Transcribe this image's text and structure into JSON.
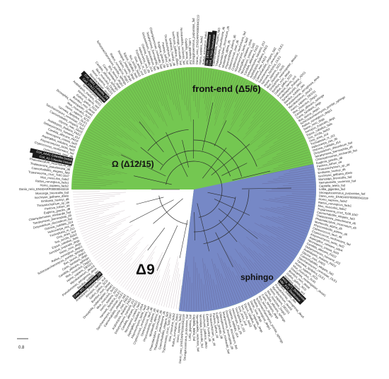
{
  "clades": [
    {
      "id": "front-end",
      "label": "front-end (Δ5/6)",
      "color": "#ee5fa8"
    },
    {
      "id": "omega",
      "label": "Ω (Δ12/15)",
      "color": "#eeaa52"
    },
    {
      "id": "delta9",
      "label": "Δ9",
      "color": "#74c751"
    },
    {
      "id": "sphingo",
      "label": "sphingo",
      "color": "#7688c6"
    }
  ],
  "scale_bar": {
    "label": "0.8"
  },
  "highlighted_labels": [
    "Corl_A1 Colwellia Delta9",
    "Corl_AAA1 Colwellia Delta9",
    "Vibr_DES1 Desaturase",
    "Cerl_17A11 Desaturase",
    "Cerl_17A12 Desaturase",
    "Corl_4BA1_Colwellia_D9",
    "Anox_WT1_Desaturase",
    "Vibr_P13_Desaturase",
    "Colw_B01_Desaturase_D9"
  ],
  "leaf_sample": [
    "Danio_rerio_ENSDARP00000043219",
    "Homo_sapiens_fads2",
    "Rattus_norvegicus_fads1",
    "Mus_musculus_fads2",
    "Trypanosoma_cruzi_Tc00.1047",
    "Caenorhabditis_elegans_fat3",
    "Thalassiosira_pseudonana_d6",
    "Phaeodactylum_tricornutum_d5",
    "Mortierella_alpina_d5",
    "Physcomitrella_patens_d6",
    "Ostreococcus_tauri_d6",
    "Cryptococcus_neoformans_fad",
    "Kluyveromyces_lactis_fad2",
    "Aspergillus_nidulans_odeA",
    "Neurospora_crassa_fad3",
    "Candida_albicans_FAD2",
    "Debaryomyces_hansenii_d12",
    "Arabidopsis_thaliana_FAD2",
    "Glycine_max_FAD3",
    "Caenorhabditis_elegans_fat2",
    "Saccharomyces_cerevisiae_OLE1",
    "Yarrowia_lipolytica_OLE1",
    "Homo_sapiens_SCD",
    "Mus_musculus_Scd1",
    "Drosophila_melanogaster_desat1",
    "Bombyx_mori_desat",
    "Gallus_gallus_SCD",
    "Xenopus_laevis_scd",
    "Arabidopsis_thaliana_ADS1",
    "Synechocystis_desC",
    "Bacillus_subtilis_des",
    "Pseudomonas_aeruginosa_desA",
    "Mycobacterium_desA3",
    "Homo_sapiens_DEGS1",
    "Mus_musculus_Degs2",
    "Candida_albicans_sphingo",
    "Canis_familiaris_degs",
    "Bos_taurus_degs1",
    "Schizosaccharomyces_pombe_sphingo",
    "Rattus_norvegicus_degs1",
    "Danio_rerio_degs",
    "Xenopus_tropicalis_degs",
    "Equus_caballus_fads",
    "Sus_scrofa_fads2",
    "Ovis_aries_scd",
    "Trichoplusia_ni_d11",
    "Helicoverpa_zea_d9",
    "Ostrinia_nubilalis_d14",
    "Dictyostelium_discoideum_fad",
    "Tetrahymena_thermophila_d9",
    "Chlamydomonas_reinhardtii_fad",
    "Euglena_gracilis_d8",
    "Pavlova_lutheri_d4",
    "Thraustochytrium_sp_d4",
    "Emiliania_huxleyi_d6",
    "Isochrysis_galbana_d9elo",
    "Monosiga_brevicollis_fad",
    "Nematostella_vectensis_fad",
    "Capitella_teleta_fad",
    "Lottia_gigantea_fad",
    "Strongylocentrotus_purpuratus_fad"
  ]
}
